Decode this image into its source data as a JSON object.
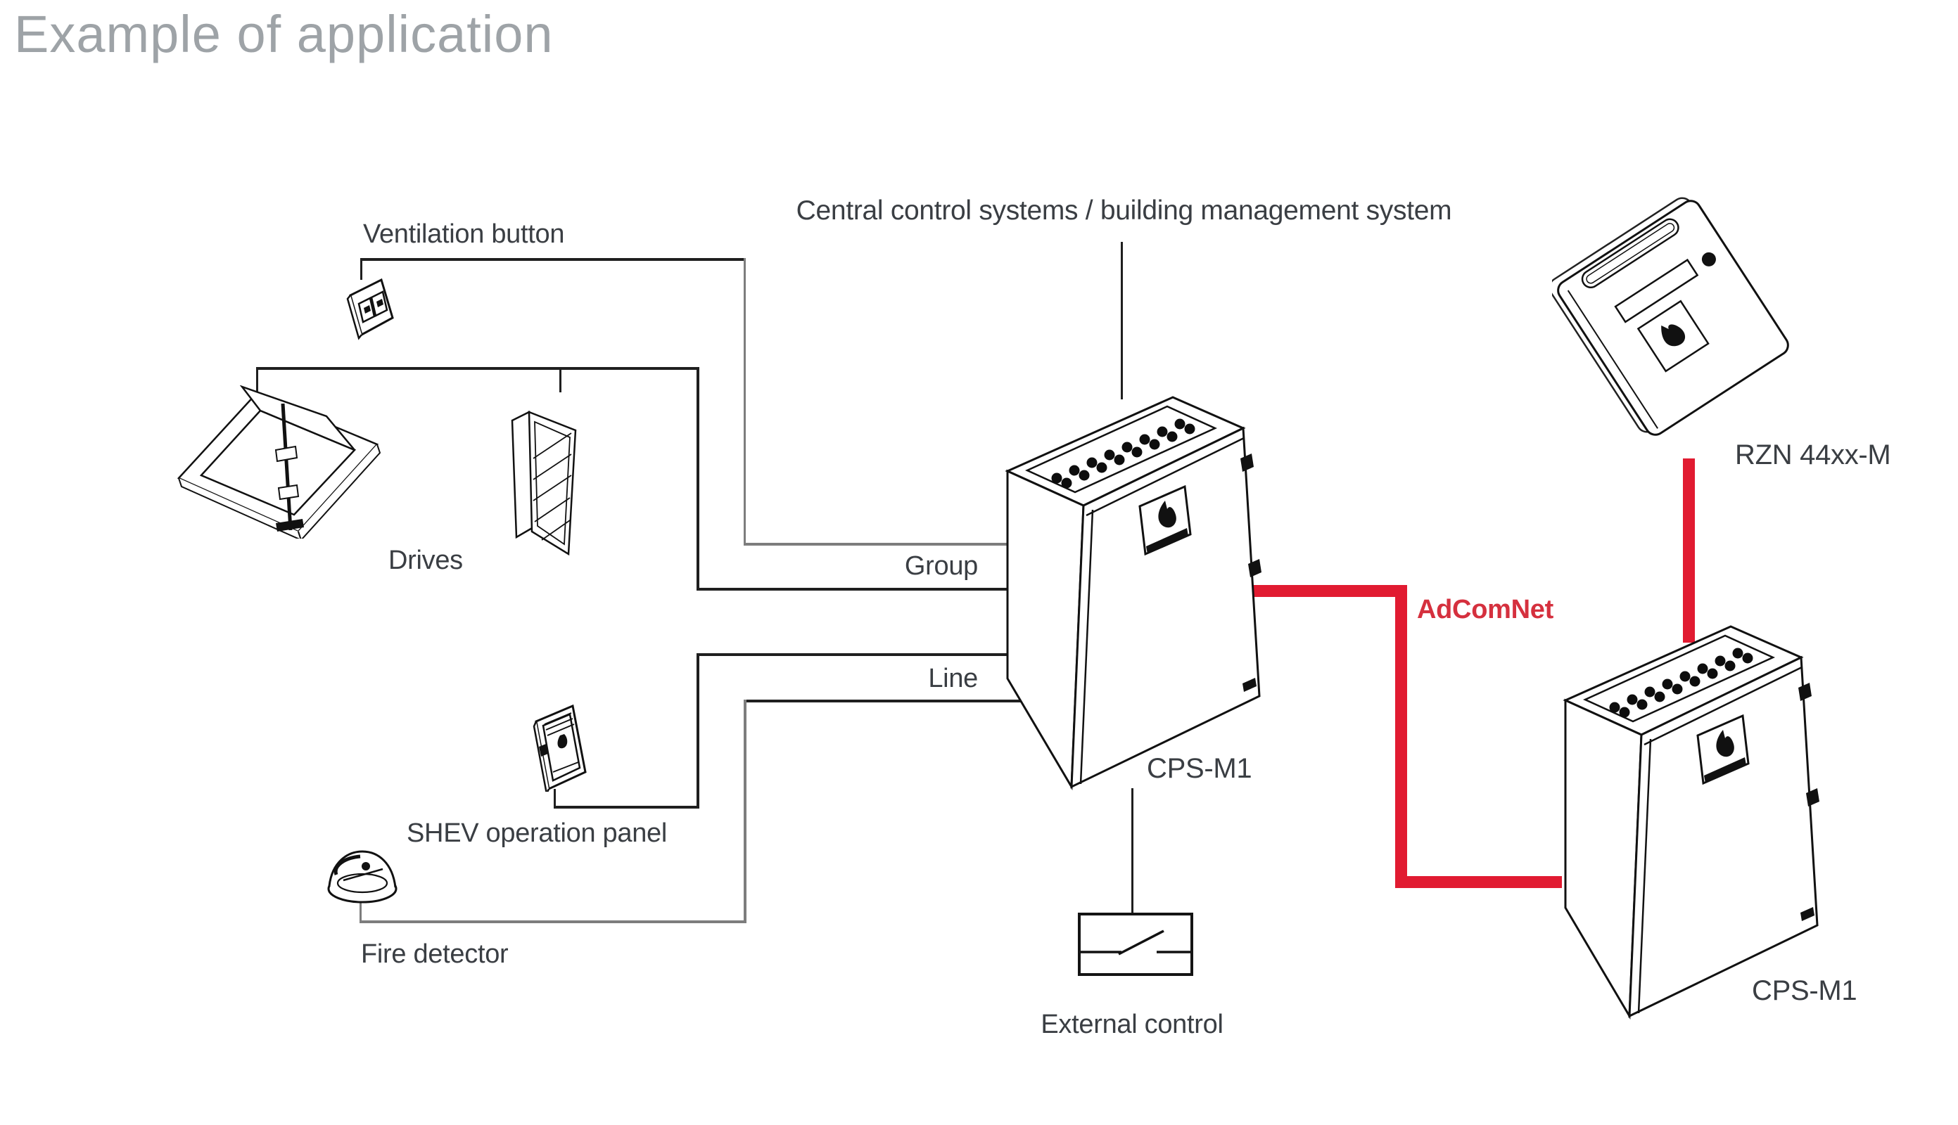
{
  "page": {
    "title": "Example of application"
  },
  "diagram": {
    "labels": {
      "central_control": "Central control systems / building management system",
      "ventilation_button": "Ventilation button",
      "drives": "Drives",
      "group": "Group",
      "line": "Line",
      "shev_panel": "SHEV operation panel",
      "fire_detector": "Fire detector",
      "external_control": "External control",
      "adcomnet": "AdComNet",
      "rzn_panel": "RZN 44xx-M",
      "cps_primary": "CPS-M1",
      "cps_secondary": "CPS-M1"
    },
    "colors": {
      "accent_red": "#e11b31",
      "accent_red_text": "#d5303e",
      "label_text": "#3a3e43",
      "title_text": "#9ea3a7",
      "wire_black": "#1f1f1f",
      "wire_gray": "#7d7d7d"
    },
    "icons": {
      "ventilation_button": "wall-switch-isometric",
      "skylight_drive": "roof-hatch-with-actuator",
      "window_drive": "open-casement-window",
      "shev_panel": "shev-wall-panel",
      "fire_detector": "smoke-detector-dome",
      "cps_cabinet": "control-cabinet-with-cable-glands",
      "rzn_panel": "compact-control-panel",
      "external_control": "open-switch-contact-symbol"
    }
  }
}
